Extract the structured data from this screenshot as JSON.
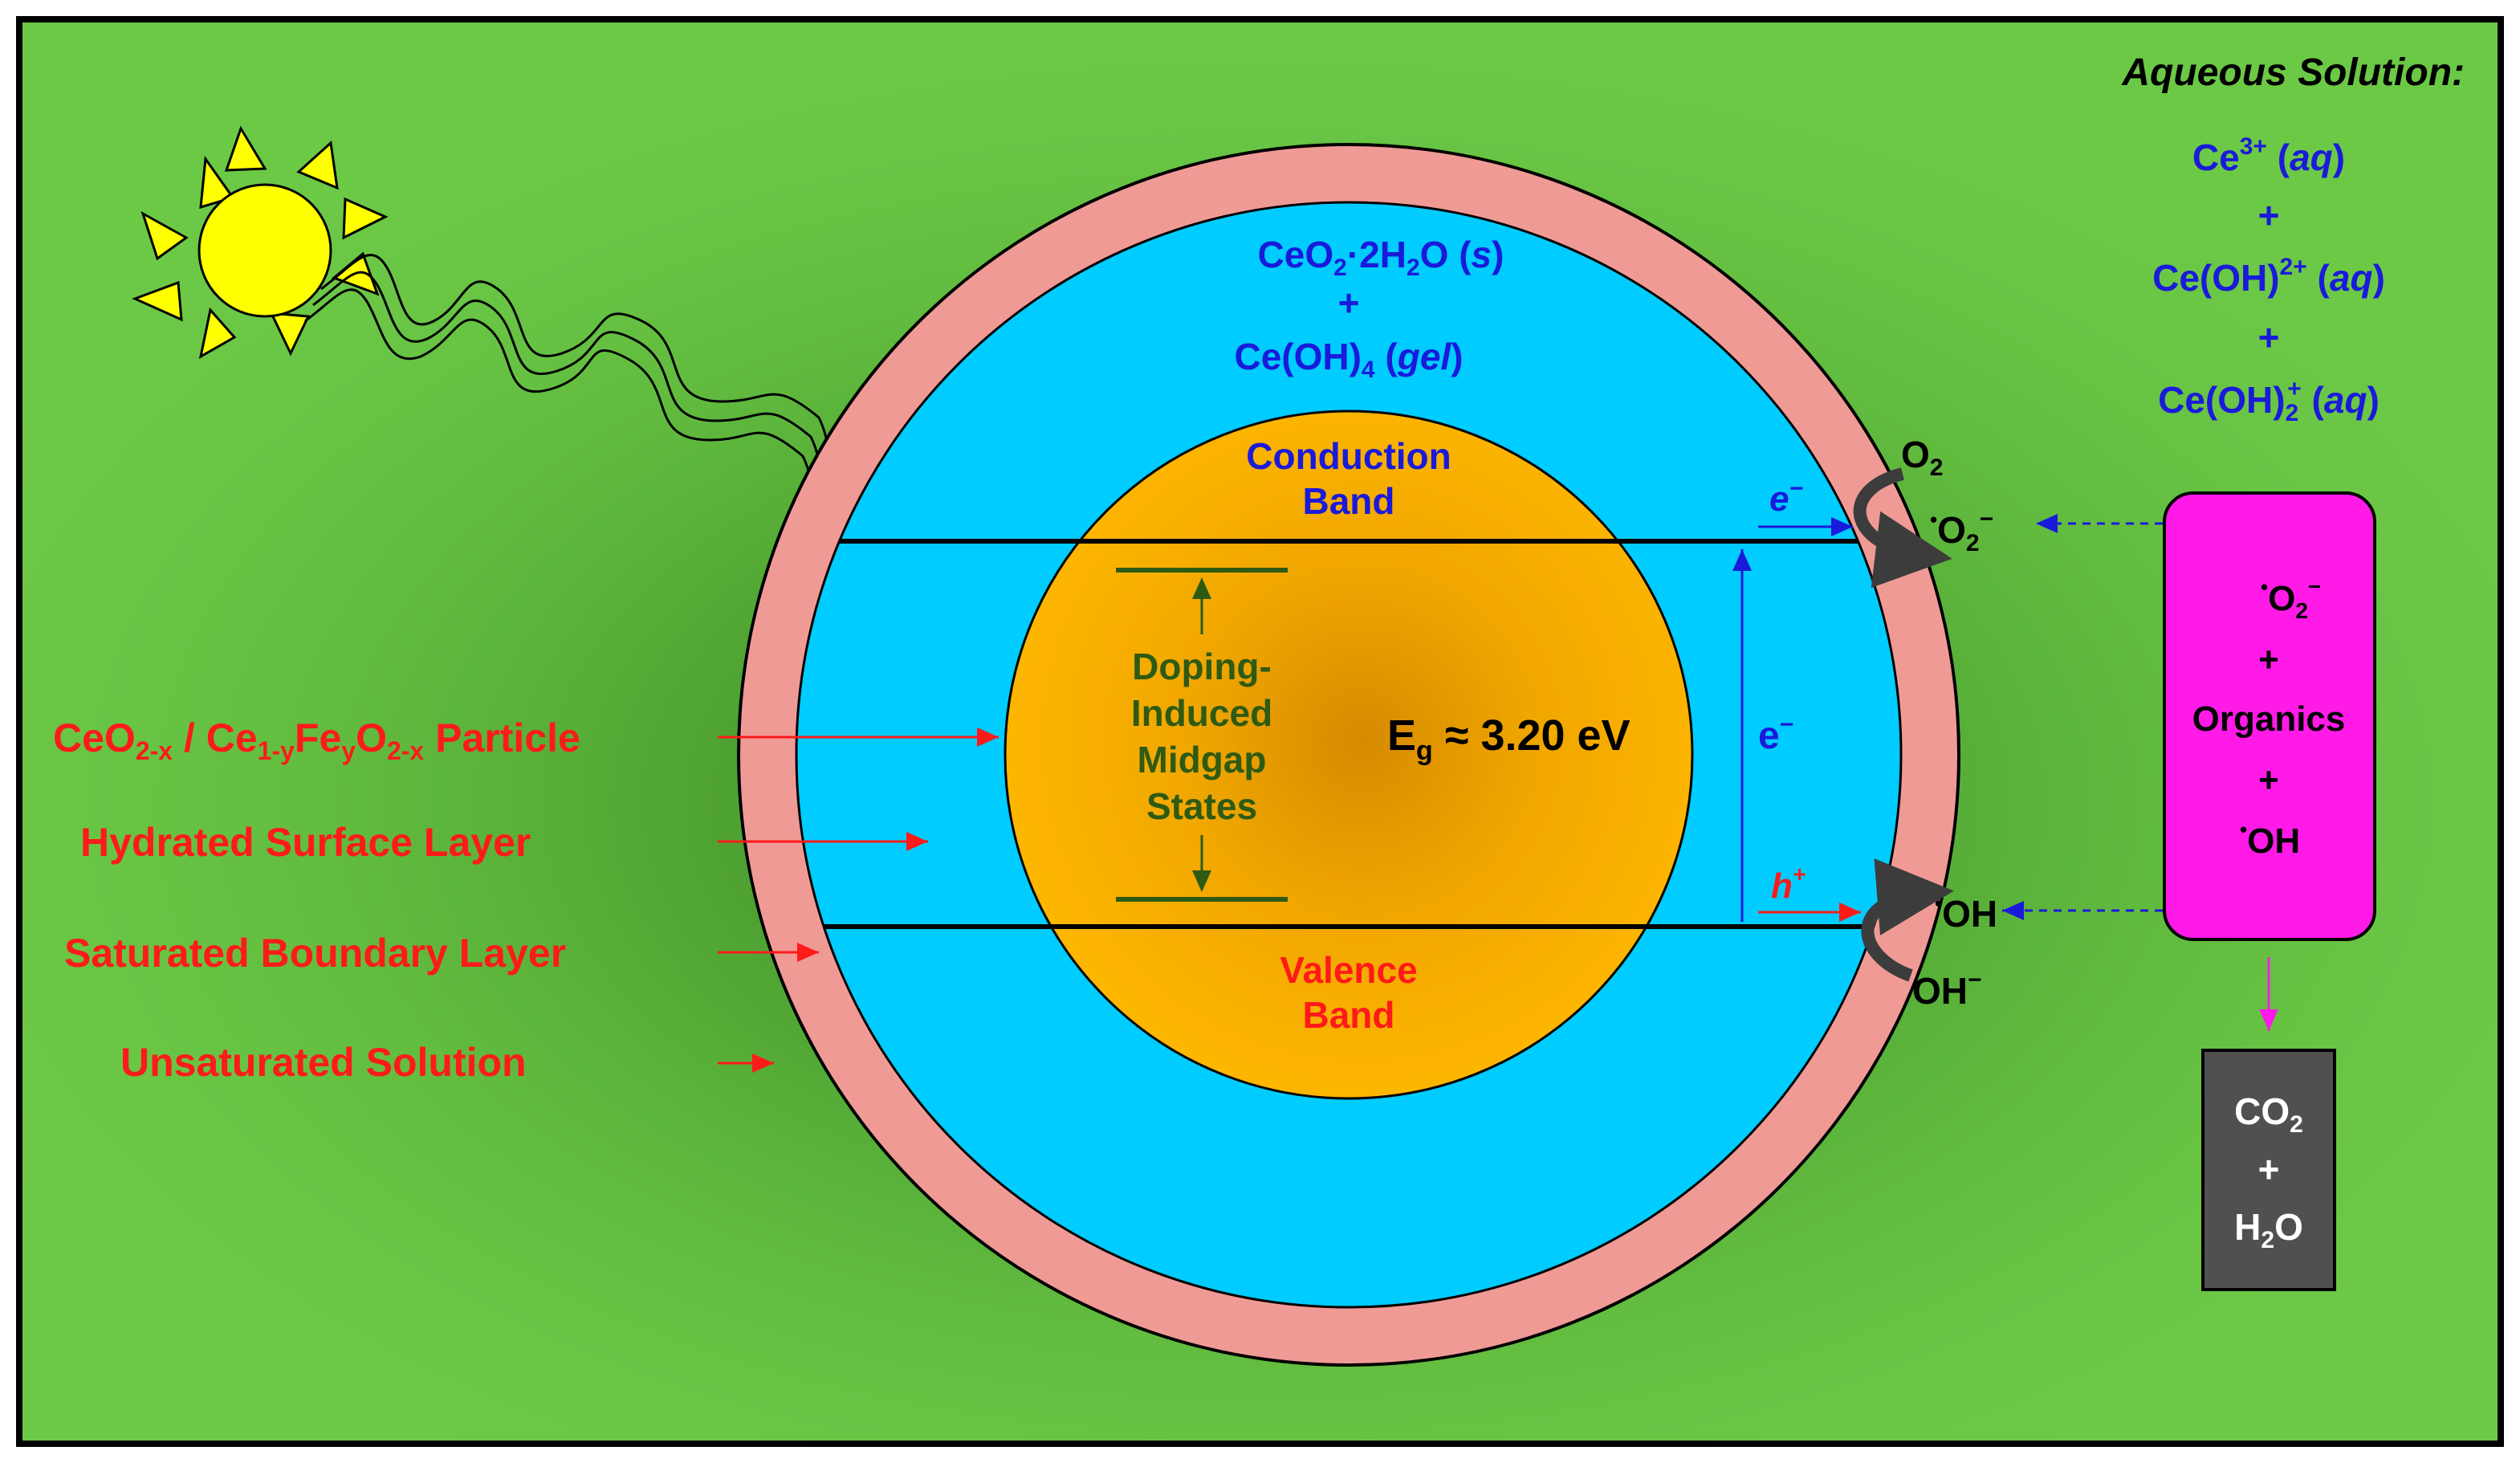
{
  "colors": {
    "background": "#6cc946",
    "frame": "#000000",
    "boundary_layer": "#f09a96",
    "surface_layer": "#00ccff",
    "particle": "#ffb800",
    "particle_core": "#d68a00",
    "red_label": "#ff1a1a",
    "blue_label": "#1a1adb",
    "olive_label": "#2e5a14",
    "magenta_box": "#ff1ae8",
    "product_box": "#505050",
    "sun": "#ffff00"
  },
  "solution": {
    "title": "Aqueous Solution:",
    "species_1": {
      "base": "Ce",
      "sup": "3+",
      "state": "aq"
    },
    "plus_1": "+",
    "species_2": {
      "base": "Ce(OH)",
      "sup": "2+",
      "state": "aq"
    },
    "plus_2": "+",
    "species_3": {
      "base": "Ce(OH)",
      "sub": "2",
      "sup": "+",
      "state": "aq"
    }
  },
  "surface_layer": {
    "line1": {
      "a": "CeO",
      "sub1": "2",
      "b": "·2H",
      "sub2": "2",
      "c": "O (",
      "state": "s",
      "d": ")"
    },
    "plus": "+",
    "line2": {
      "a": "Ce(OH)",
      "sub": "4",
      "b": " (",
      "state": "gel",
      "c": ")"
    }
  },
  "bands": {
    "conduction": [
      "Conduction",
      "Band"
    ],
    "valence": [
      "Valence",
      "Band"
    ],
    "midgap": [
      "Doping-",
      "Induced",
      "Midgap",
      "States"
    ],
    "gap": {
      "symbol": "E",
      "sub": "g",
      "value": " ≈ 3.20 eV"
    }
  },
  "carriers": {
    "electron_top": {
      "base": "e",
      "sup": "−"
    },
    "electron_mid": {
      "base": "e",
      "sup": "−"
    },
    "hole": {
      "base": "h",
      "sup": "+"
    }
  },
  "reactions": {
    "o2": {
      "base": "O",
      "sub": "2"
    },
    "superoxide": {
      "dot": "•",
      "base": "O",
      "sub": "2",
      "sup": "−"
    },
    "hydroxyl": {
      "dot": "•",
      "base": "OH"
    },
    "hydroxide": {
      "base": "OH",
      "sup": "−"
    }
  },
  "radicals_box": {
    "superoxide": {
      "dot": "•",
      "base": "O",
      "sub": "2",
      "sup": "−"
    },
    "plus_1": "+",
    "organics": "Organics",
    "plus_2": "+",
    "hydroxyl": {
      "dot": "•",
      "base": "OH"
    }
  },
  "products_box": {
    "co2": {
      "base": "CO",
      "sub": "2"
    },
    "plus": "+",
    "h2o": {
      "a": "H",
      "sub": "2",
      "b": "O"
    }
  },
  "legend": {
    "particle": {
      "a": "CeO",
      "sub1": "2-x",
      "b": " / Ce",
      "sub2": "1-y",
      "c": "Fe",
      "sub3": "y",
      "d": "O",
      "sub4": "2-x",
      "e": " Particle"
    },
    "hydrated": "Hydrated Surface Layer",
    "saturated": "Saturated Boundary Layer",
    "unsaturated": "Unsaturated Solution"
  }
}
